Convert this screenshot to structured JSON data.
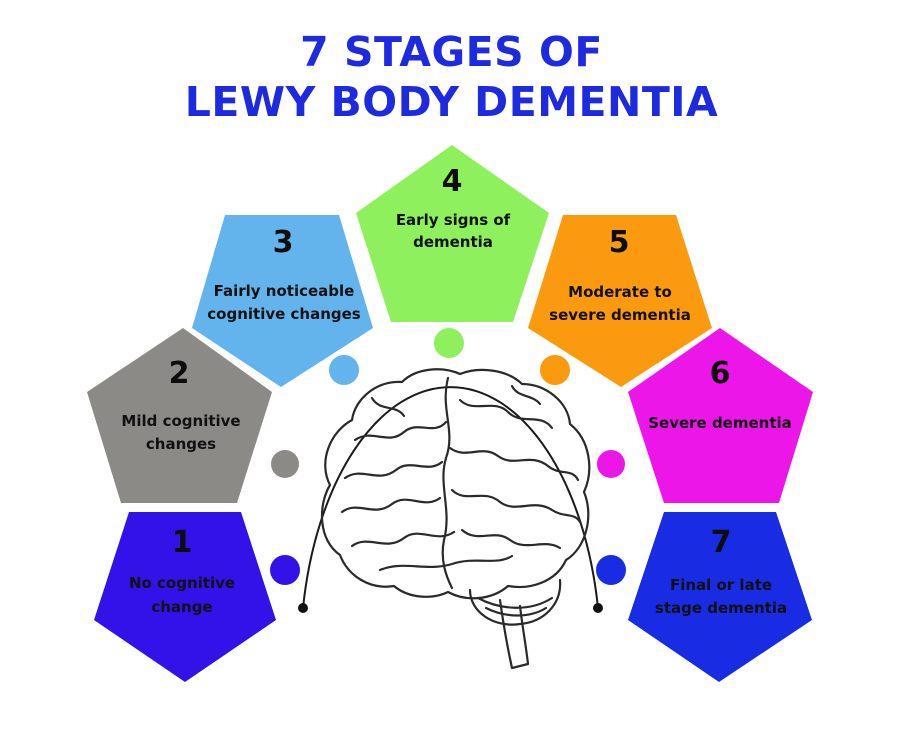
{
  "title": {
    "line1": "7 STAGES OF",
    "line2": "LEWY BODY DEMENTIA"
  },
  "stages": [
    {
      "number": "1",
      "label_lines": [
        "No cognitive",
        "change"
      ],
      "color": "#3212e8"
    },
    {
      "number": "2",
      "label_lines": [
        "Mild cognitive",
        "changes"
      ],
      "color": "#8c8a87"
    },
    {
      "number": "3",
      "label_lines": [
        "Fairly noticeable",
        "cognitive changes"
      ],
      "color": "#63b3ec"
    },
    {
      "number": "4",
      "label_lines": [
        "Early signs of",
        "dementia"
      ],
      "color": "#8ef05c"
    },
    {
      "number": "5",
      "label_lines": [
        "Moderate to",
        "severe dementia"
      ],
      "color": "#fb9a0e"
    },
    {
      "number": "6",
      "label_lines": [
        "Severe dementia"
      ],
      "color": "#ec16e8"
    },
    {
      "number": "7",
      "label_lines": [
        "Final or late",
        "stage dementia"
      ],
      "color": "#1a2be4"
    }
  ],
  "colors": {
    "title": "#1d2ae0",
    "arc": "#1a1a1a"
  },
  "center_image": "brain-illustration"
}
